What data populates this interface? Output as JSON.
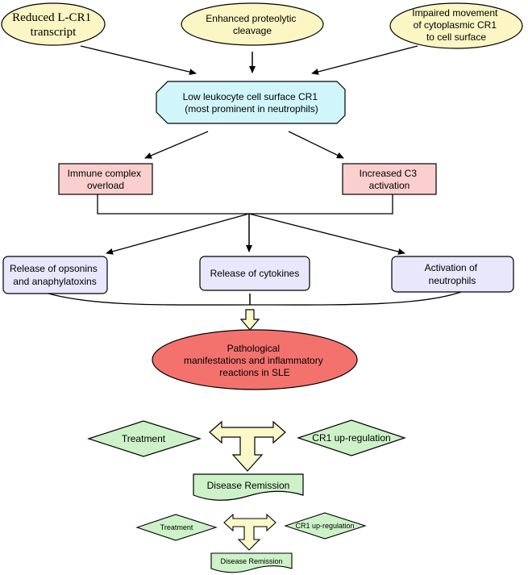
{
  "causes": {
    "reduced_transcript": [
      "Reduced L-CR1",
      "transcript"
    ],
    "proteolytic_cleavage": [
      "Enhanced proteolytic",
      "cleavage"
    ],
    "impaired_movement": [
      "Impaired movement",
      "of cytoplasmic CR1",
      "to cell surface"
    ]
  },
  "central": {
    "low_surface_cr1": [
      "Low leukocyte cell surface CR1",
      "(most prominent in neutrophils)"
    ]
  },
  "consequences": {
    "immune_complex": [
      "Immune complex",
      "overload"
    ],
    "c3_activation": [
      "Increased C3",
      "activation"
    ]
  },
  "mediators": {
    "opsonins": [
      "Release of opsonins",
      "and anaphylatoxins"
    ],
    "cytokines": [
      "Release of cytokines"
    ],
    "neutrophils": [
      "Activation of",
      "neutrophils"
    ]
  },
  "outcome": {
    "pathological": [
      "Pathological",
      "manifestations and inflammatory",
      "reactions in SLE"
    ]
  },
  "remission_large": {
    "treatment": "Treatment",
    "upregulation": "CR1 up-regulation",
    "remission": "Disease Remission"
  },
  "remission_small": {
    "treatment": "Treatment",
    "upregulation": "CR1 up-regulation",
    "remission": "Disease Remission"
  },
  "colors": {
    "yellow_fill": "#fbf6c3",
    "blue_fill": "#d0f6fb",
    "pink_fill": "#fccfcf",
    "lavender_fill": "#e8e7fb",
    "red_fill": "#f4726e",
    "green_fill": "#cdf2c8",
    "arrow_fill": "#fbf8c9"
  }
}
